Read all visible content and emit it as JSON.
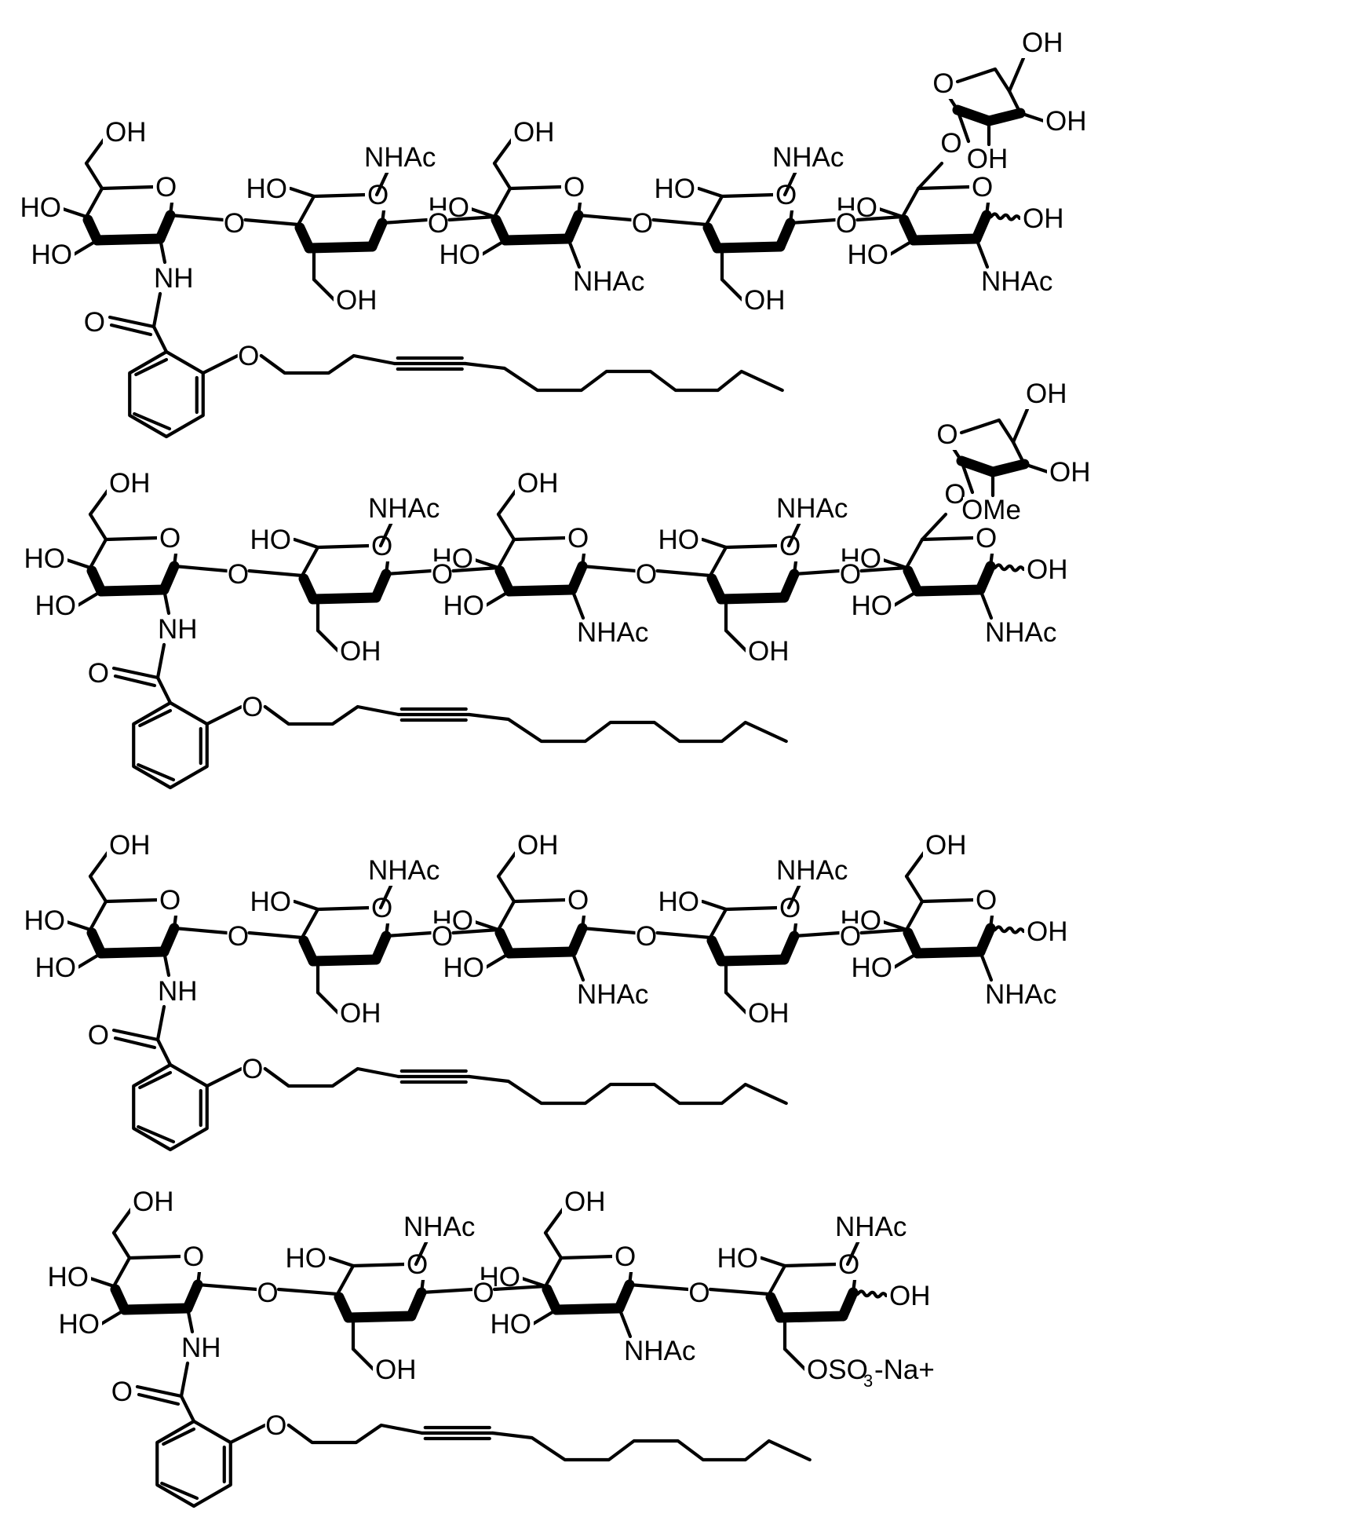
{
  "labels": {
    "oh": "OH",
    "ho": "HO",
    "o": "O",
    "nh": "NH",
    "nhac": "NHAc",
    "ome": "OMe",
    "sulfate_prefix": "OSO",
    "sulfate_sub": "3",
    "sulfate_suffix": "-Na+"
  },
  "structures": [
    {
      "id": "compound-1",
      "branch": "fucose-OH",
      "residues": 5
    },
    {
      "id": "compound-2",
      "branch": "fucose-OMe",
      "residues": 5
    },
    {
      "id": "compound-3",
      "branch": "none",
      "residues": 5
    },
    {
      "id": "compound-4",
      "branch": "sulfate",
      "residues": 4
    }
  ]
}
